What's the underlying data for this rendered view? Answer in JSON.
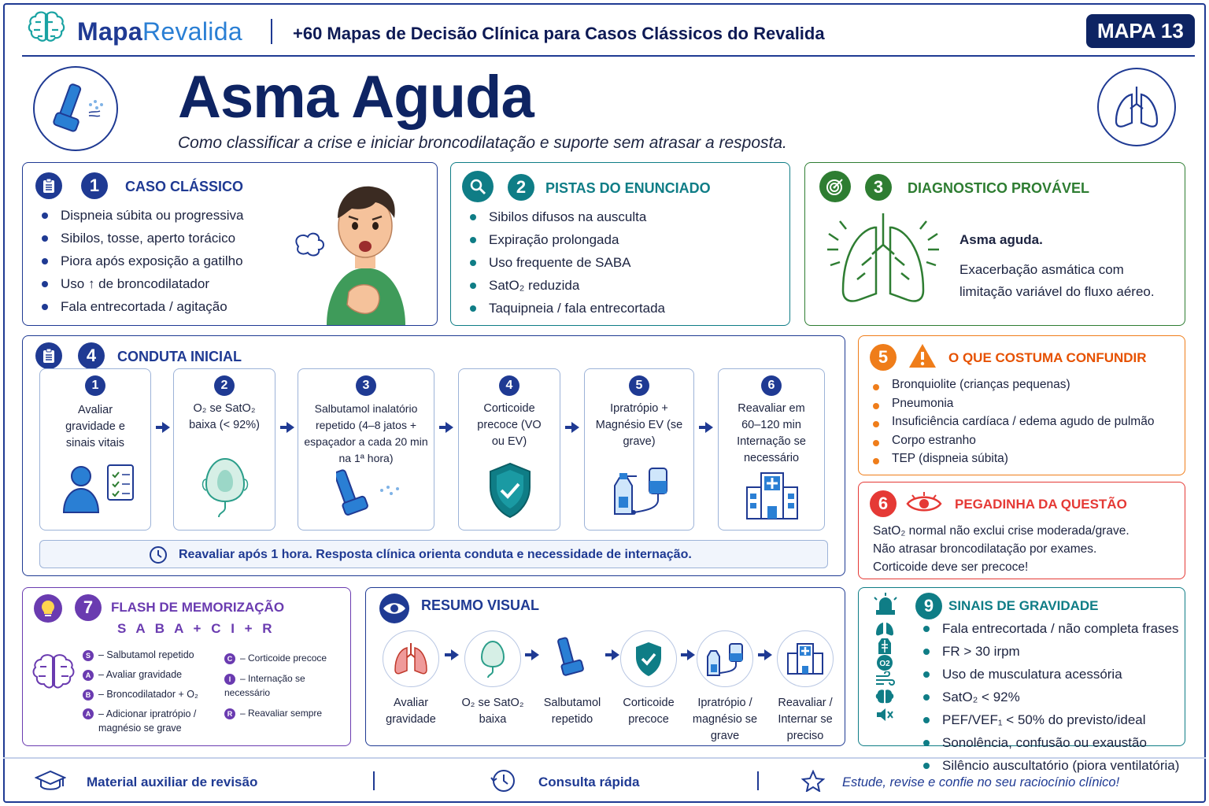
{
  "header": {
    "logo": {
      "part1": "Mapa",
      "part2": "Revalida"
    },
    "tagline": "+60 Mapas de Decisão Clínica para Casos Clássicos do Revalida",
    "badge": "MAPA 13"
  },
  "hero": {
    "title": "Asma Aguda",
    "subtitle": "Como classificar a crise e iniciar broncodilatação e suporte sem atrasar a resposta."
  },
  "card1": {
    "num": "1",
    "title": "CASO CLÁSSICO",
    "items": [
      "Dispneia súbita ou progressiva",
      "Sibilos, tosse, aperto torácico",
      "Piora após exposição a gatilho",
      "Uso ↑ de broncodilatador",
      "Fala entrecortada / agitação"
    ]
  },
  "card2": {
    "num": "2",
    "title": "PISTAS DO ENUNCIADO",
    "items": [
      "Sibilos difusos na ausculta",
      "Expiração prolongada",
      "Uso frequente de SABA",
      "SatO₂ reduzida",
      "Taquipneia / fala entrecortada"
    ]
  },
  "card3": {
    "num": "3",
    "title": "DIAGNOSTICO PROVÁVEL",
    "diagnosis": "Asma aguda.",
    "description": "Exacerbação asmática com limitação variável do fluxo aéreo."
  },
  "card4": {
    "num": "4",
    "title": "CONDUTA INICIAL",
    "steps": [
      {
        "n": "1",
        "text": "Avaliar gravidade e sinais vitais"
      },
      {
        "n": "2",
        "text": "O₂ se SatO₂ baixa (< 92%)"
      },
      {
        "n": "3",
        "text": "Salbutamol inalatório repetido (4–8 jatos + espaçador a cada 20 min na 1ª hora)"
      },
      {
        "n": "4",
        "text": "Corticoide precoce (VO ou EV)"
      },
      {
        "n": "5",
        "text": "Ipratrópio + Magnésio EV (se grave)"
      },
      {
        "n": "6",
        "text": "Reavaliar em 60–120 min Internação se necessário"
      }
    ],
    "note": "Reavaliar após 1 hora. Resposta clínica orienta conduta e necessidade de internação."
  },
  "card5": {
    "num": "5",
    "title": "O QUE COSTUMA CONFUNDIR",
    "items": [
      "Bronquiolite (crianças pequenas)",
      "Pneumonia",
      "Insuficiência cardíaca / edema agudo de pulmão",
      "Corpo estranho",
      "TEP (dispneia súbita)"
    ]
  },
  "card6": {
    "num": "6",
    "title": "PEGADINHA DA QUESTÃO",
    "lines": [
      "SatO₂ normal não exclui crise moderada/grave.",
      "Não atrasar broncodilatação por exames.",
      "Corticoide deve ser precoce!"
    ]
  },
  "card7": {
    "num": "7",
    "title": "FLASH DE MEMORIZAÇÃO",
    "mnemonic": "S A B A + C I + R",
    "left": [
      {
        "letter": "S",
        "text": "– Salbutamol repetido"
      },
      {
        "letter": "A",
        "text": "– Avaliar gravidade"
      },
      {
        "letter": "B",
        "text": "– Broncodilatador + O₂"
      },
      {
        "letter": "A",
        "text": "– Adicionar ipratrópio / magnésio se grave"
      }
    ],
    "right": [
      {
        "letter": "C",
        "text": "– Corticoide precoce"
      },
      {
        "letter": "I",
        "text": "– Internação se necessário"
      },
      {
        "letter": "R",
        "text": "– Reavaliar sempre"
      }
    ]
  },
  "card8": {
    "title": "RESUMO VISUAL",
    "items": [
      "Avaliar gravidade",
      "O₂ se SatO₂ baixa",
      "Salbutamol repetido",
      "Corticoide precoce",
      "Ipratrópio / magnésio se grave",
      "Reavaliar / Internar se preciso"
    ]
  },
  "card9": {
    "num": "9",
    "title": "SINAIS DE GRAVIDADE",
    "items": [
      "Fala entrecortada / não completa frases",
      "FR > 30 irpm",
      "Uso de musculatura acessória",
      "SatO₂ < 92%",
      "PEF/VEF₁ < 50% do previsto/ideal",
      "Sonolência, confusão ou exaustão",
      "Silêncio auscultatório (piora ventilatória)"
    ]
  },
  "footer": {
    "left": "Material auxiliar de revisão",
    "center": "Consulta rápida",
    "right": "Estude, revise e confie no seu raciocínio clínico!"
  },
  "colors": {
    "navy": "#1f3a93",
    "teal": "#0f7d86",
    "green": "#2e7d32",
    "orange": "#ef7d1a",
    "red": "#e53935",
    "purple": "#6a3bb0"
  }
}
